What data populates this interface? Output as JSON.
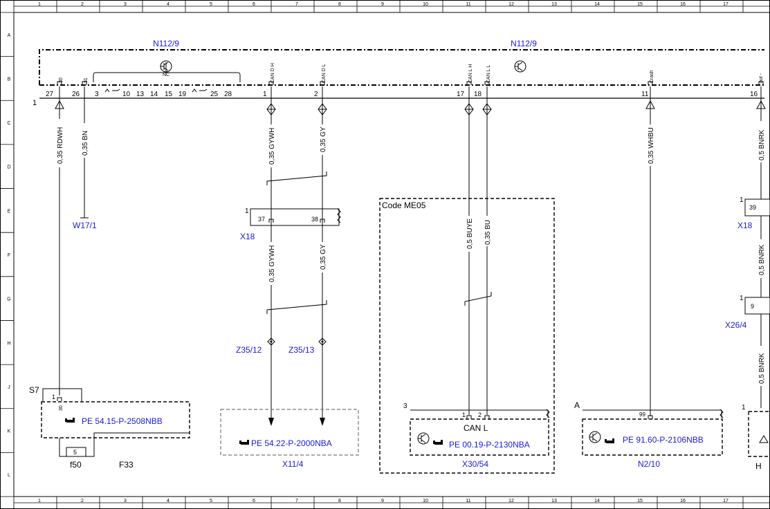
{
  "ruler": {
    "cols": [
      "1",
      "2",
      "3",
      "4",
      "5",
      "6",
      "7",
      "8",
      "9",
      "10",
      "11",
      "12",
      "13",
      "14",
      "15",
      "16",
      "17"
    ],
    "rows": [
      "A",
      "B",
      "C",
      "D",
      "E",
      "F",
      "G",
      "H",
      "J",
      "K",
      "L"
    ]
  },
  "modules": {
    "n112_left": "N112/9",
    "n112_right": "N112/9",
    "conn1": "1",
    "nc": "NC"
  },
  "pin_labels": {
    "p30": "30",
    "p31": "31",
    "canDH": "CAN D H",
    "canDL": "CAN D L",
    "canLH": "CAN L H",
    "canLL": "CAN L L",
    "crash": "Crash",
    "out": "out -"
  },
  "pins": {
    "p27": "27",
    "p26": "26",
    "p3": "3",
    "p10": "10",
    "p13": "13",
    "p14": "14",
    "p15": "15",
    "p19": "19",
    "p25": "25",
    "p28": "28",
    "p1": "1",
    "p2": "2",
    "p17": "17",
    "p18": "18",
    "p11": "11",
    "p16": "16"
  },
  "wires": {
    "w1": "0,35 RDWH",
    "w2": "0,35 BN",
    "w3": "0,35 GYWH",
    "w4": "0,35 GY",
    "w5": "0,35 GYWH",
    "w6": "0,35 GY",
    "w7": "0,5 BUYE",
    "w8": "0,35 BU",
    "w9": "0,35 WHBU",
    "w10": "0,5 BNRK",
    "w11": "0,5 BNRK",
    "w12": "0,5 BNRK"
  },
  "components": {
    "w17": "W17/1",
    "x18": "X18",
    "x18_37": "37",
    "x18_38": "38",
    "x18_1": "1",
    "x18r": "X18",
    "x18r_39": "39",
    "x18r_1": "1",
    "x26": "X26/4",
    "x26_9": "9",
    "x26_1": "1",
    "z35_12": "Z35/12",
    "z35_13": "Z35/13",
    "s7": "S7",
    "s7_1": "1",
    "s7_30": "30",
    "f50": "f50",
    "f33": "F33",
    "fuse5": "5",
    "code": "Code ME05",
    "x11": "X11/4",
    "x30": "X30/54",
    "n210": "N2/10",
    "x30_3": "3",
    "x30_p1": "1",
    "x30_p2": "2",
    "canl": "CAN L",
    "n2_A": "A",
    "n2_99": "99",
    "right_1": "1",
    "right_h": "H"
  },
  "refs": {
    "pe1": "PE 54.15-P-2508NBB",
    "pe2": "PE 54.22-P-2000NBA",
    "pe3": "PE 00.19-P-2130NBA",
    "pe4": "PE 91.60-P-2106NBB"
  },
  "colors": {
    "link_blue": "#1a1adc",
    "line": "#000000",
    "dash_grey": "#777777"
  }
}
